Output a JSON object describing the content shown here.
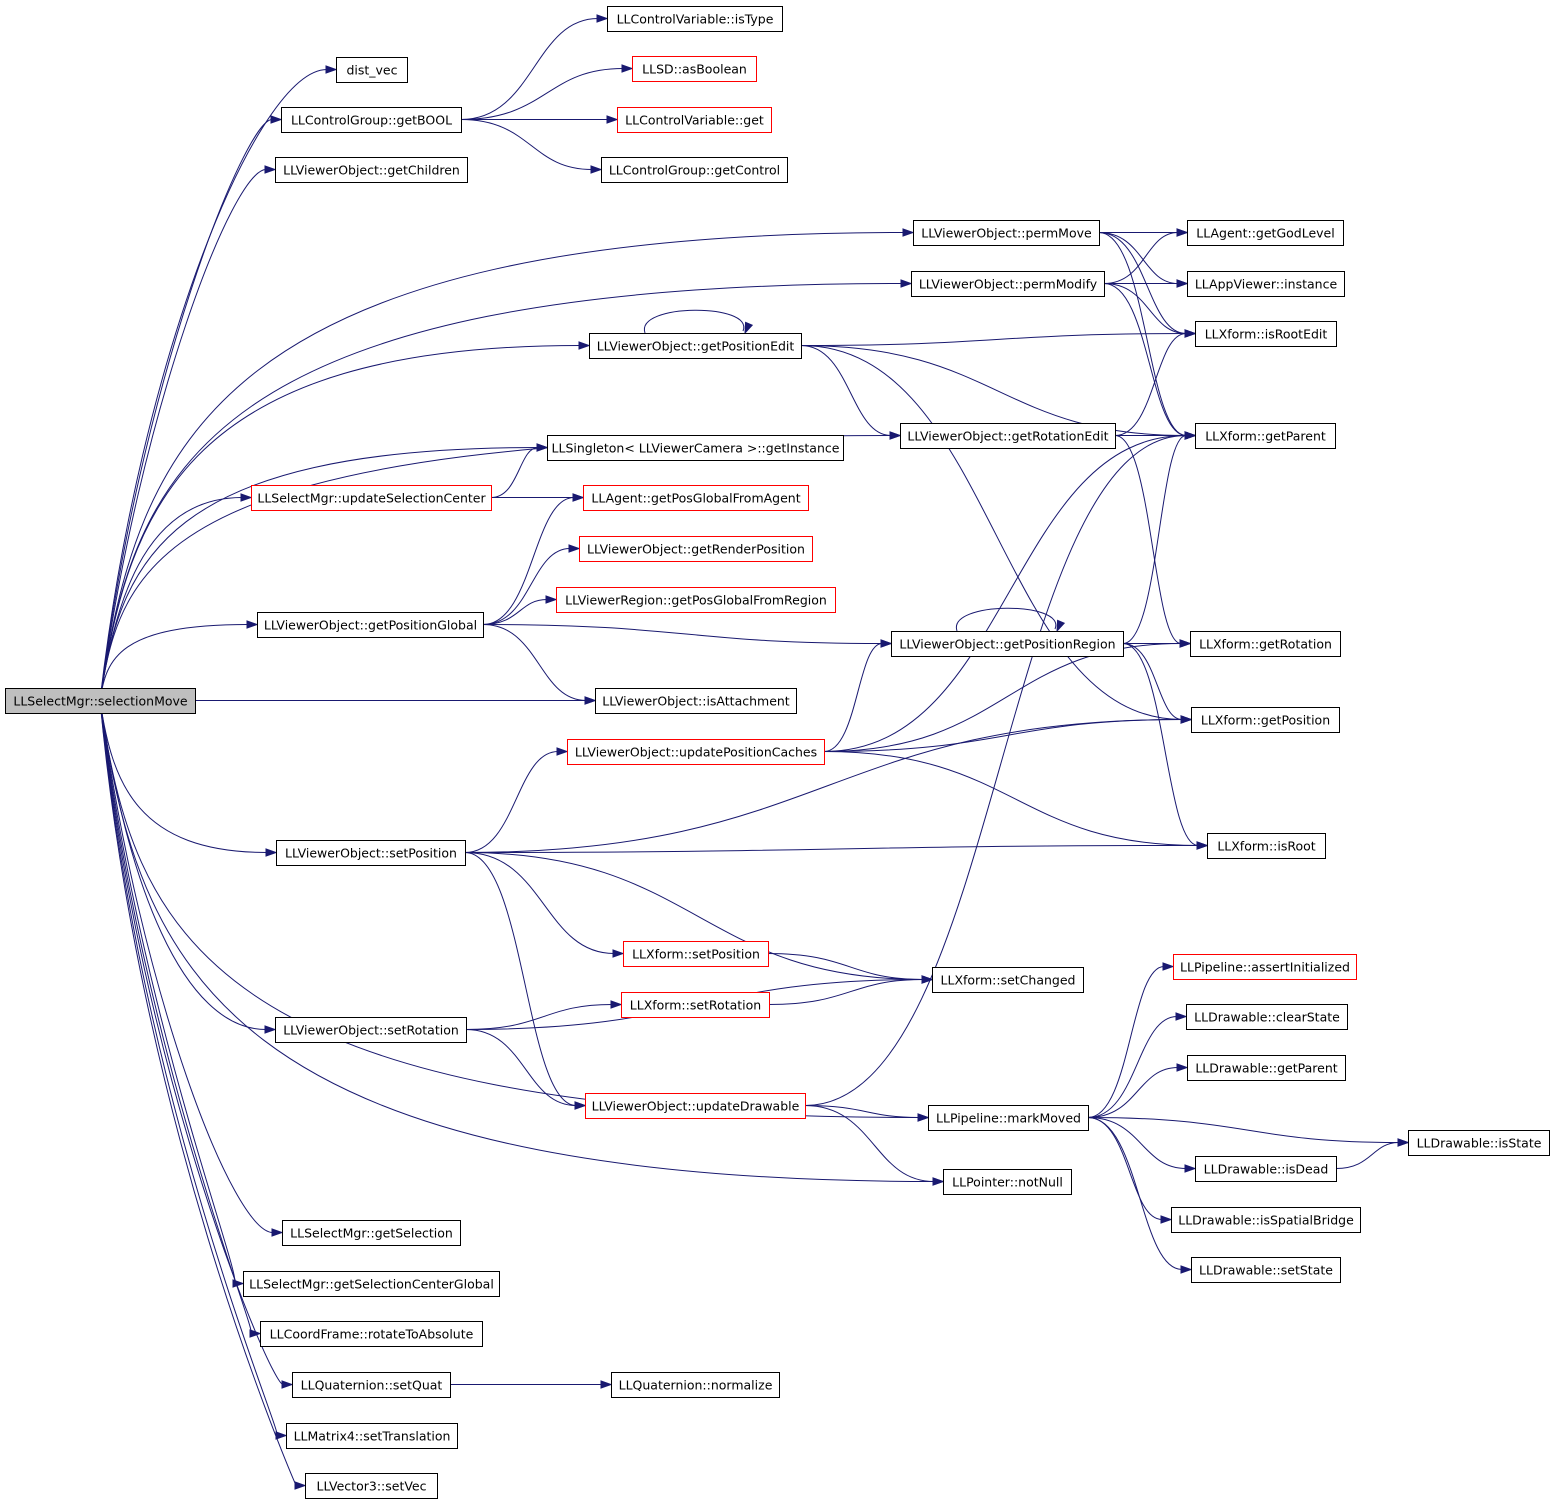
{
  "colors": {
    "edge": "#191970",
    "node_border_default": "#000000",
    "node_border_truncated": "#ff0000",
    "root_fill": "#bfbfbf",
    "node_fill": "#ffffff"
  },
  "graph": {
    "root": "selectionMove",
    "nodes": [
      {
        "id": "selectionMove",
        "label": "LLSelectMgr::selectionMove",
        "root": true
      },
      {
        "id": "dist_vec",
        "label": "dist_vec"
      },
      {
        "id": "cg_getBOOL",
        "label": "LLControlGroup::getBOOL"
      },
      {
        "id": "cv_isType",
        "label": "LLControlVariable::isType"
      },
      {
        "id": "sd_asBoolean",
        "label": "LLSD::asBoolean",
        "truncated": true
      },
      {
        "id": "cv_get",
        "label": "LLControlVariable::get",
        "truncated": true
      },
      {
        "id": "cg_getControl",
        "label": "LLControlGroup::getControl"
      },
      {
        "id": "vo_getChildren",
        "label": "LLViewerObject::getChildren"
      },
      {
        "id": "vo_permMove",
        "label": "LLViewerObject::permMove"
      },
      {
        "id": "agent_getGodLevel",
        "label": "LLAgent::getGodLevel"
      },
      {
        "id": "vo_permModify",
        "label": "LLViewerObject::permModify"
      },
      {
        "id": "appviewer_instance",
        "label": "LLAppViewer::instance"
      },
      {
        "id": "vo_getPositionEdit",
        "label": "LLViewerObject::getPositionEdit"
      },
      {
        "id": "xf_isRootEdit",
        "label": "LLXform::isRootEdit"
      },
      {
        "id": "vo_getRotationEdit",
        "label": "LLViewerObject::getRotationEdit"
      },
      {
        "id": "xf_getParent",
        "label": "LLXform::getParent"
      },
      {
        "id": "singleton_getInstance",
        "label": "LLSingleton< LLViewerCamera >::getInstance"
      },
      {
        "id": "sm_updateSelectionCenter",
        "label": "LLSelectMgr::updateSelectionCenter",
        "truncated": true
      },
      {
        "id": "agent_getPosGlobalFromAgent",
        "label": "LLAgent::getPosGlobalFromAgent",
        "truncated": true
      },
      {
        "id": "vo_getRenderPosition",
        "label": "LLViewerObject::getRenderPosition",
        "truncated": true
      },
      {
        "id": "vr_getPosGlobalFromRegion",
        "label": "LLViewerRegion::getPosGlobalFromRegion",
        "truncated": true
      },
      {
        "id": "vo_getPositionGlobal",
        "label": "LLViewerObject::getPositionGlobal"
      },
      {
        "id": "vo_getPositionRegion",
        "label": "LLViewerObject::getPositionRegion"
      },
      {
        "id": "xf_getRotation",
        "label": "LLXform::getRotation"
      },
      {
        "id": "vo_isAttachment",
        "label": "LLViewerObject::isAttachment"
      },
      {
        "id": "xf_getPosition",
        "label": "LLXform::getPosition"
      },
      {
        "id": "vo_updatePositionCaches",
        "label": "LLViewerObject::updatePositionCaches",
        "truncated": true
      },
      {
        "id": "xf_isRoot",
        "label": "LLXform::isRoot"
      },
      {
        "id": "vo_setPosition",
        "label": "LLViewerObject::setPosition"
      },
      {
        "id": "xf_setPosition",
        "label": "LLXform::setPosition",
        "truncated": true
      },
      {
        "id": "xf_setChanged",
        "label": "LLXform::setChanged"
      },
      {
        "id": "pl_assertInitialized",
        "label": "LLPipeline::assertInitialized",
        "truncated": true
      },
      {
        "id": "xf_setRotation",
        "label": "LLXform::setRotation",
        "truncated": true
      },
      {
        "id": "vo_setRotation",
        "label": "LLViewerObject::setRotation"
      },
      {
        "id": "dr_clearState",
        "label": "LLDrawable::clearState"
      },
      {
        "id": "dr_getParent",
        "label": "LLDrawable::getParent"
      },
      {
        "id": "vo_updateDrawable",
        "label": "LLViewerObject::updateDrawable",
        "truncated": true
      },
      {
        "id": "pl_markMoved",
        "label": "LLPipeline::markMoved"
      },
      {
        "id": "dr_isState",
        "label": "LLDrawable::isState"
      },
      {
        "id": "dr_isDead",
        "label": "LLDrawable::isDead"
      },
      {
        "id": "ptr_notNull",
        "label": "LLPointer::notNull"
      },
      {
        "id": "dr_isSpatialBridge",
        "label": "LLDrawable::isSpatialBridge"
      },
      {
        "id": "sm_getSelection",
        "label": "LLSelectMgr::getSelection"
      },
      {
        "id": "dr_setState",
        "label": "LLDrawable::setState"
      },
      {
        "id": "sm_getSelectionCenterGlobal",
        "label": "LLSelectMgr::getSelectionCenterGlobal"
      },
      {
        "id": "cf_rotateToAbsolute",
        "label": "LLCoordFrame::rotateToAbsolute"
      },
      {
        "id": "q_setQuat",
        "label": "LLQuaternion::setQuat"
      },
      {
        "id": "q_normalize",
        "label": "LLQuaternion::normalize"
      },
      {
        "id": "m4_setTranslation",
        "label": "LLMatrix4::setTranslation"
      },
      {
        "id": "v3_setVec",
        "label": "LLVector3::setVec"
      }
    ],
    "edges": [
      [
        "selectionMove",
        "dist_vec"
      ],
      [
        "selectionMove",
        "cg_getBOOL"
      ],
      [
        "selectionMove",
        "vo_getChildren"
      ],
      [
        "selectionMove",
        "vo_permMove"
      ],
      [
        "selectionMove",
        "vo_permModify"
      ],
      [
        "selectionMove",
        "vo_getPositionEdit"
      ],
      [
        "selectionMove",
        "vo_getRotationEdit"
      ],
      [
        "selectionMove",
        "singleton_getInstance"
      ],
      [
        "selectionMove",
        "sm_updateSelectionCenter"
      ],
      [
        "selectionMove",
        "vo_getPositionGlobal"
      ],
      [
        "selectionMove",
        "vo_isAttachment"
      ],
      [
        "selectionMove",
        "vo_setPosition"
      ],
      [
        "selectionMove",
        "vo_setRotation"
      ],
      [
        "selectionMove",
        "pl_markMoved"
      ],
      [
        "selectionMove",
        "ptr_notNull"
      ],
      [
        "selectionMove",
        "sm_getSelection"
      ],
      [
        "selectionMove",
        "sm_getSelectionCenterGlobal"
      ],
      [
        "selectionMove",
        "cf_rotateToAbsolute"
      ],
      [
        "selectionMove",
        "q_setQuat"
      ],
      [
        "selectionMove",
        "m4_setTranslation"
      ],
      [
        "selectionMove",
        "v3_setVec"
      ],
      [
        "cg_getBOOL",
        "cv_isType"
      ],
      [
        "cg_getBOOL",
        "sd_asBoolean"
      ],
      [
        "cg_getBOOL",
        "cv_get"
      ],
      [
        "cg_getBOOL",
        "cg_getControl"
      ],
      [
        "vo_permMove",
        "agent_getGodLevel"
      ],
      [
        "vo_permMove",
        "appviewer_instance"
      ],
      [
        "vo_permMove",
        "xf_isRootEdit"
      ],
      [
        "vo_permMove",
        "xf_getParent"
      ],
      [
        "vo_permModify",
        "agent_getGodLevel"
      ],
      [
        "vo_permModify",
        "appviewer_instance"
      ],
      [
        "vo_permModify",
        "xf_isRootEdit"
      ],
      [
        "vo_permModify",
        "xf_getParent"
      ],
      [
        "vo_getPositionEdit",
        "vo_getPositionEdit"
      ],
      [
        "vo_getPositionEdit",
        "xf_isRootEdit"
      ],
      [
        "vo_getPositionEdit",
        "vo_getRotationEdit"
      ],
      [
        "vo_getPositionEdit",
        "xf_getParent"
      ],
      [
        "vo_getPositionEdit",
        "xf_getPosition"
      ],
      [
        "vo_getRotationEdit",
        "xf_isRootEdit"
      ],
      [
        "vo_getRotationEdit",
        "xf_getParent"
      ],
      [
        "vo_getRotationEdit",
        "xf_getRotation"
      ],
      [
        "sm_updateSelectionCenter",
        "singleton_getInstance"
      ],
      [
        "sm_updateSelectionCenter",
        "agent_getPosGlobalFromAgent"
      ],
      [
        "vo_getPositionGlobal",
        "agent_getPosGlobalFromAgent"
      ],
      [
        "vo_getPositionGlobal",
        "vo_getRenderPosition"
      ],
      [
        "vo_getPositionGlobal",
        "vr_getPosGlobalFromRegion"
      ],
      [
        "vo_getPositionGlobal",
        "vo_getPositionRegion"
      ],
      [
        "vo_getPositionGlobal",
        "vo_isAttachment"
      ],
      [
        "vo_getPositionRegion",
        "vo_getPositionRegion"
      ],
      [
        "vo_getPositionRegion",
        "xf_getParent"
      ],
      [
        "vo_getPositionRegion",
        "xf_getRotation"
      ],
      [
        "vo_getPositionRegion",
        "xf_getPosition"
      ],
      [
        "vo_getPositionRegion",
        "xf_isRoot"
      ],
      [
        "vo_updatePositionCaches",
        "xf_getParent"
      ],
      [
        "vo_updatePositionCaches",
        "vo_getPositionRegion"
      ],
      [
        "vo_updatePositionCaches",
        "xf_getRotation"
      ],
      [
        "vo_updatePositionCaches",
        "xf_getPosition"
      ],
      [
        "vo_updatePositionCaches",
        "xf_isRoot"
      ],
      [
        "vo_setPosition",
        "vo_updatePositionCaches"
      ],
      [
        "vo_setPosition",
        "xf_getPosition"
      ],
      [
        "vo_setPosition",
        "xf_isRoot"
      ],
      [
        "vo_setPosition",
        "xf_setPosition"
      ],
      [
        "vo_setPosition",
        "xf_setChanged"
      ],
      [
        "vo_setPosition",
        "vo_updateDrawable"
      ],
      [
        "xf_setPosition",
        "xf_setChanged"
      ],
      [
        "xf_setRotation",
        "xf_setChanged"
      ],
      [
        "vo_setRotation",
        "xf_setRotation"
      ],
      [
        "vo_setRotation",
        "xf_setChanged"
      ],
      [
        "vo_setRotation",
        "vo_updateDrawable"
      ],
      [
        "vo_updateDrawable",
        "xf_getParent"
      ],
      [
        "vo_updateDrawable",
        "pl_markMoved"
      ],
      [
        "vo_updateDrawable",
        "ptr_notNull"
      ],
      [
        "pl_markMoved",
        "pl_assertInitialized"
      ],
      [
        "pl_markMoved",
        "dr_clearState"
      ],
      [
        "pl_markMoved",
        "dr_getParent"
      ],
      [
        "pl_markMoved",
        "dr_isState"
      ],
      [
        "pl_markMoved",
        "dr_isDead"
      ],
      [
        "pl_markMoved",
        "dr_isSpatialBridge"
      ],
      [
        "pl_markMoved",
        "dr_setState"
      ],
      [
        "dr_isDead",
        "dr_isState"
      ],
      [
        "q_setQuat",
        "q_normalize"
      ]
    ]
  }
}
